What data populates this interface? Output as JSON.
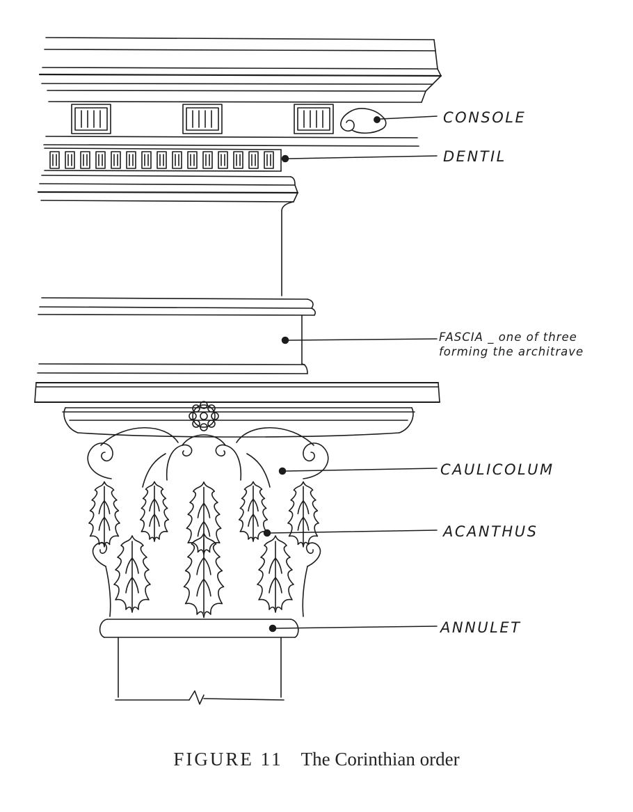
{
  "figure": {
    "colors": {
      "ink": "#1c1c1c",
      "paper": "#ffffff"
    },
    "labels": [
      {
        "id": "console",
        "text": "CONSOLE"
      },
      {
        "id": "dentil",
        "text": "DENTIL"
      },
      {
        "id": "fascia",
        "text": "FASCIA _ one of three\nforming the architrave"
      },
      {
        "id": "caulicolum",
        "text": "CAULICOLUM"
      },
      {
        "id": "acanthus",
        "text": "ACANTHUS"
      },
      {
        "id": "annulet",
        "text": "ANNULET"
      }
    ],
    "caption": {
      "label": "FIGURE 11",
      "title": "The Corinthian order"
    }
  }
}
